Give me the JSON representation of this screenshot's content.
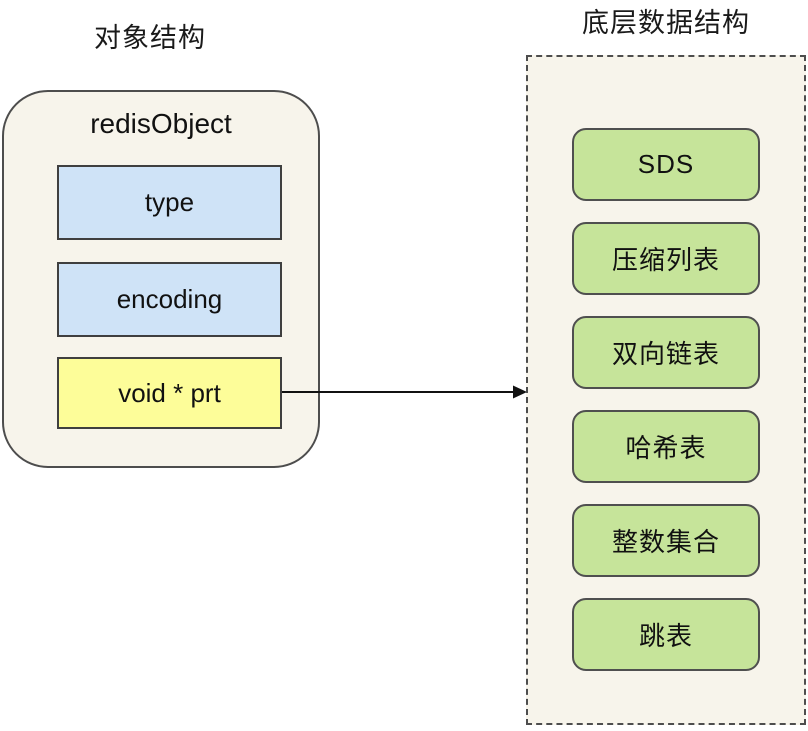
{
  "left_panel": {
    "title": "对象结构",
    "struct_name": "redisObject",
    "fields": [
      {
        "label": "type"
      },
      {
        "label": "encoding"
      },
      {
        "label": "void * prt"
      }
    ]
  },
  "right_panel": {
    "title": "底层数据结构",
    "items": [
      "SDS",
      "压缩列表",
      "双向链表",
      "哈希表",
      "整数集合",
      "跳表"
    ]
  },
  "connector": {
    "from": "void * prt",
    "to": "底层数据结构"
  },
  "colors": {
    "panel_fill": "#f7f4eb",
    "panel_border": "#4d4d4d",
    "field_blue": "#cfe3f7",
    "field_yellow": "#fdfd99",
    "item_green": "#c6e49a",
    "arrow": "#111111",
    "text": "#111111",
    "page_background": "#ffffff"
  }
}
